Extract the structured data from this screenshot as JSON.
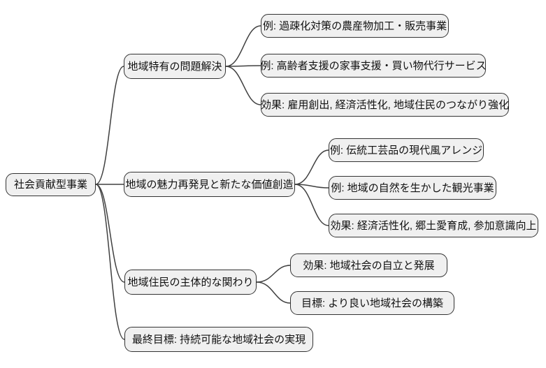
{
  "diagram": {
    "type": "mindmap",
    "root": {
      "label": "社会貢献型事業"
    },
    "branches": [
      {
        "label": "地域特有の問題解決",
        "children": [
          {
            "label": "例: 過疎化対策の農産物加工・販売事業"
          },
          {
            "label": "例: 高齢者支援の家事支援・買い物代行サービス"
          },
          {
            "label": "効果: 雇用創出, 経済活性化, 地域住民のつながり強化"
          }
        ]
      },
      {
        "label": "地域の魅力再発見と新たな価値創造",
        "children": [
          {
            "label": "例: 伝統工芸品の現代風アレンジ"
          },
          {
            "label": "例: 地域の自然を生かした観光事業"
          },
          {
            "label": "効果: 経済活性化, 郷土愛育成, 参加意識向上"
          }
        ]
      },
      {
        "label": "地域住民の主体的な関わり",
        "children": [
          {
            "label": "効果: 地域社会の自立と発展"
          },
          {
            "label": "目標: より良い地域社会の構築"
          }
        ]
      },
      {
        "label": "最終目標: 持続可能な地域社会の実現",
        "children": []
      }
    ]
  },
  "colors": {
    "background": "#ffffff",
    "node_fill": "#f0f0f0",
    "node_border": "#333333",
    "edge": "#404040",
    "text": "#111111"
  }
}
